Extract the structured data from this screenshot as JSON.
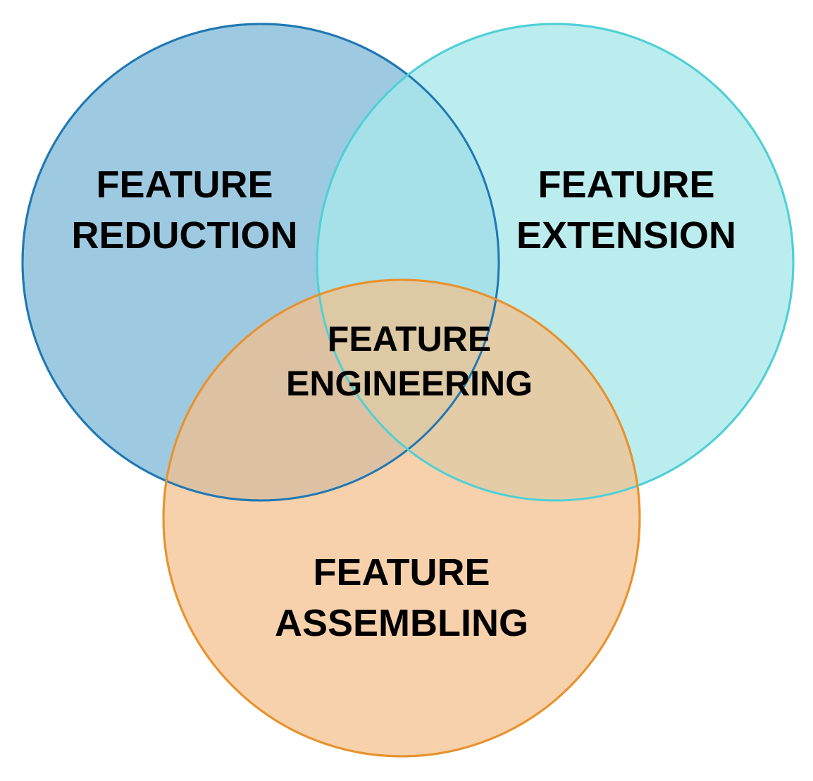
{
  "diagram": {
    "circles": [
      {
        "id": "reduction",
        "fill": "#9ecae1",
        "stroke": "#1f78b4",
        "label_line1": "FEATURE",
        "label_line2": "REDUCTION"
      },
      {
        "id": "extension",
        "fill": "#a8e8ea",
        "stroke": "#4fd0d6",
        "label_line1": "FEATURE",
        "label_line2": "EXTENSION"
      },
      {
        "id": "assembling",
        "fill": "#f4bf8a",
        "stroke": "#e8922e",
        "label_line1": "FEATURE",
        "label_line2": "ASSEMBLING"
      }
    ],
    "center_label": {
      "line1": "FEATURE",
      "line2": "ENGINEERING"
    }
  }
}
